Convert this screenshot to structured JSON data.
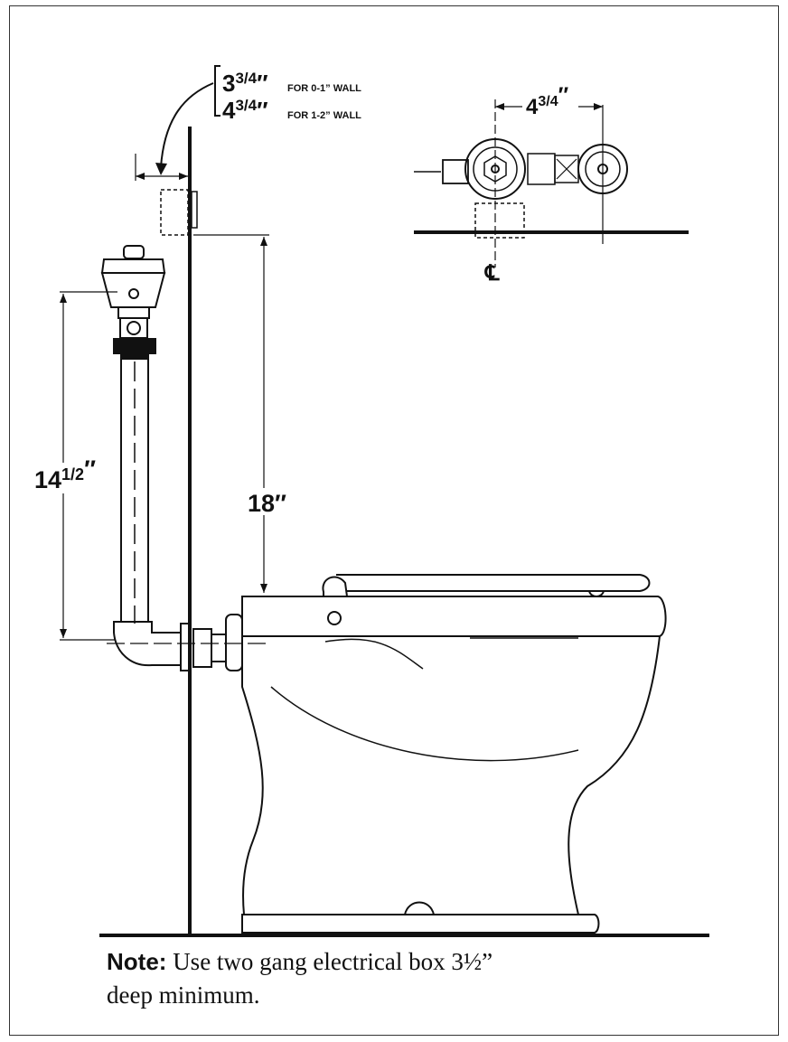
{
  "dimensions": {
    "wall_a": {
      "whole": "3",
      "fraction": "3/4",
      "mark": "″",
      "label": "FOR 0-1” WALL"
    },
    "wall_b": {
      "whole": "4",
      "fraction": "3/4",
      "mark": "″",
      "label": "FOR 1-2” WALL"
    },
    "spacing": {
      "whole": "4",
      "fraction": "3/4",
      "mark": "″"
    },
    "pipe_height": {
      "whole": "14",
      "fraction": "1/2",
      "mark": "″"
    },
    "rim_height": "18″"
  },
  "centerline_symbol": "℄",
  "note": {
    "label": "Note:",
    "line1": " Use two gang electrical box 3½”",
    "line2": "deep minimum."
  }
}
